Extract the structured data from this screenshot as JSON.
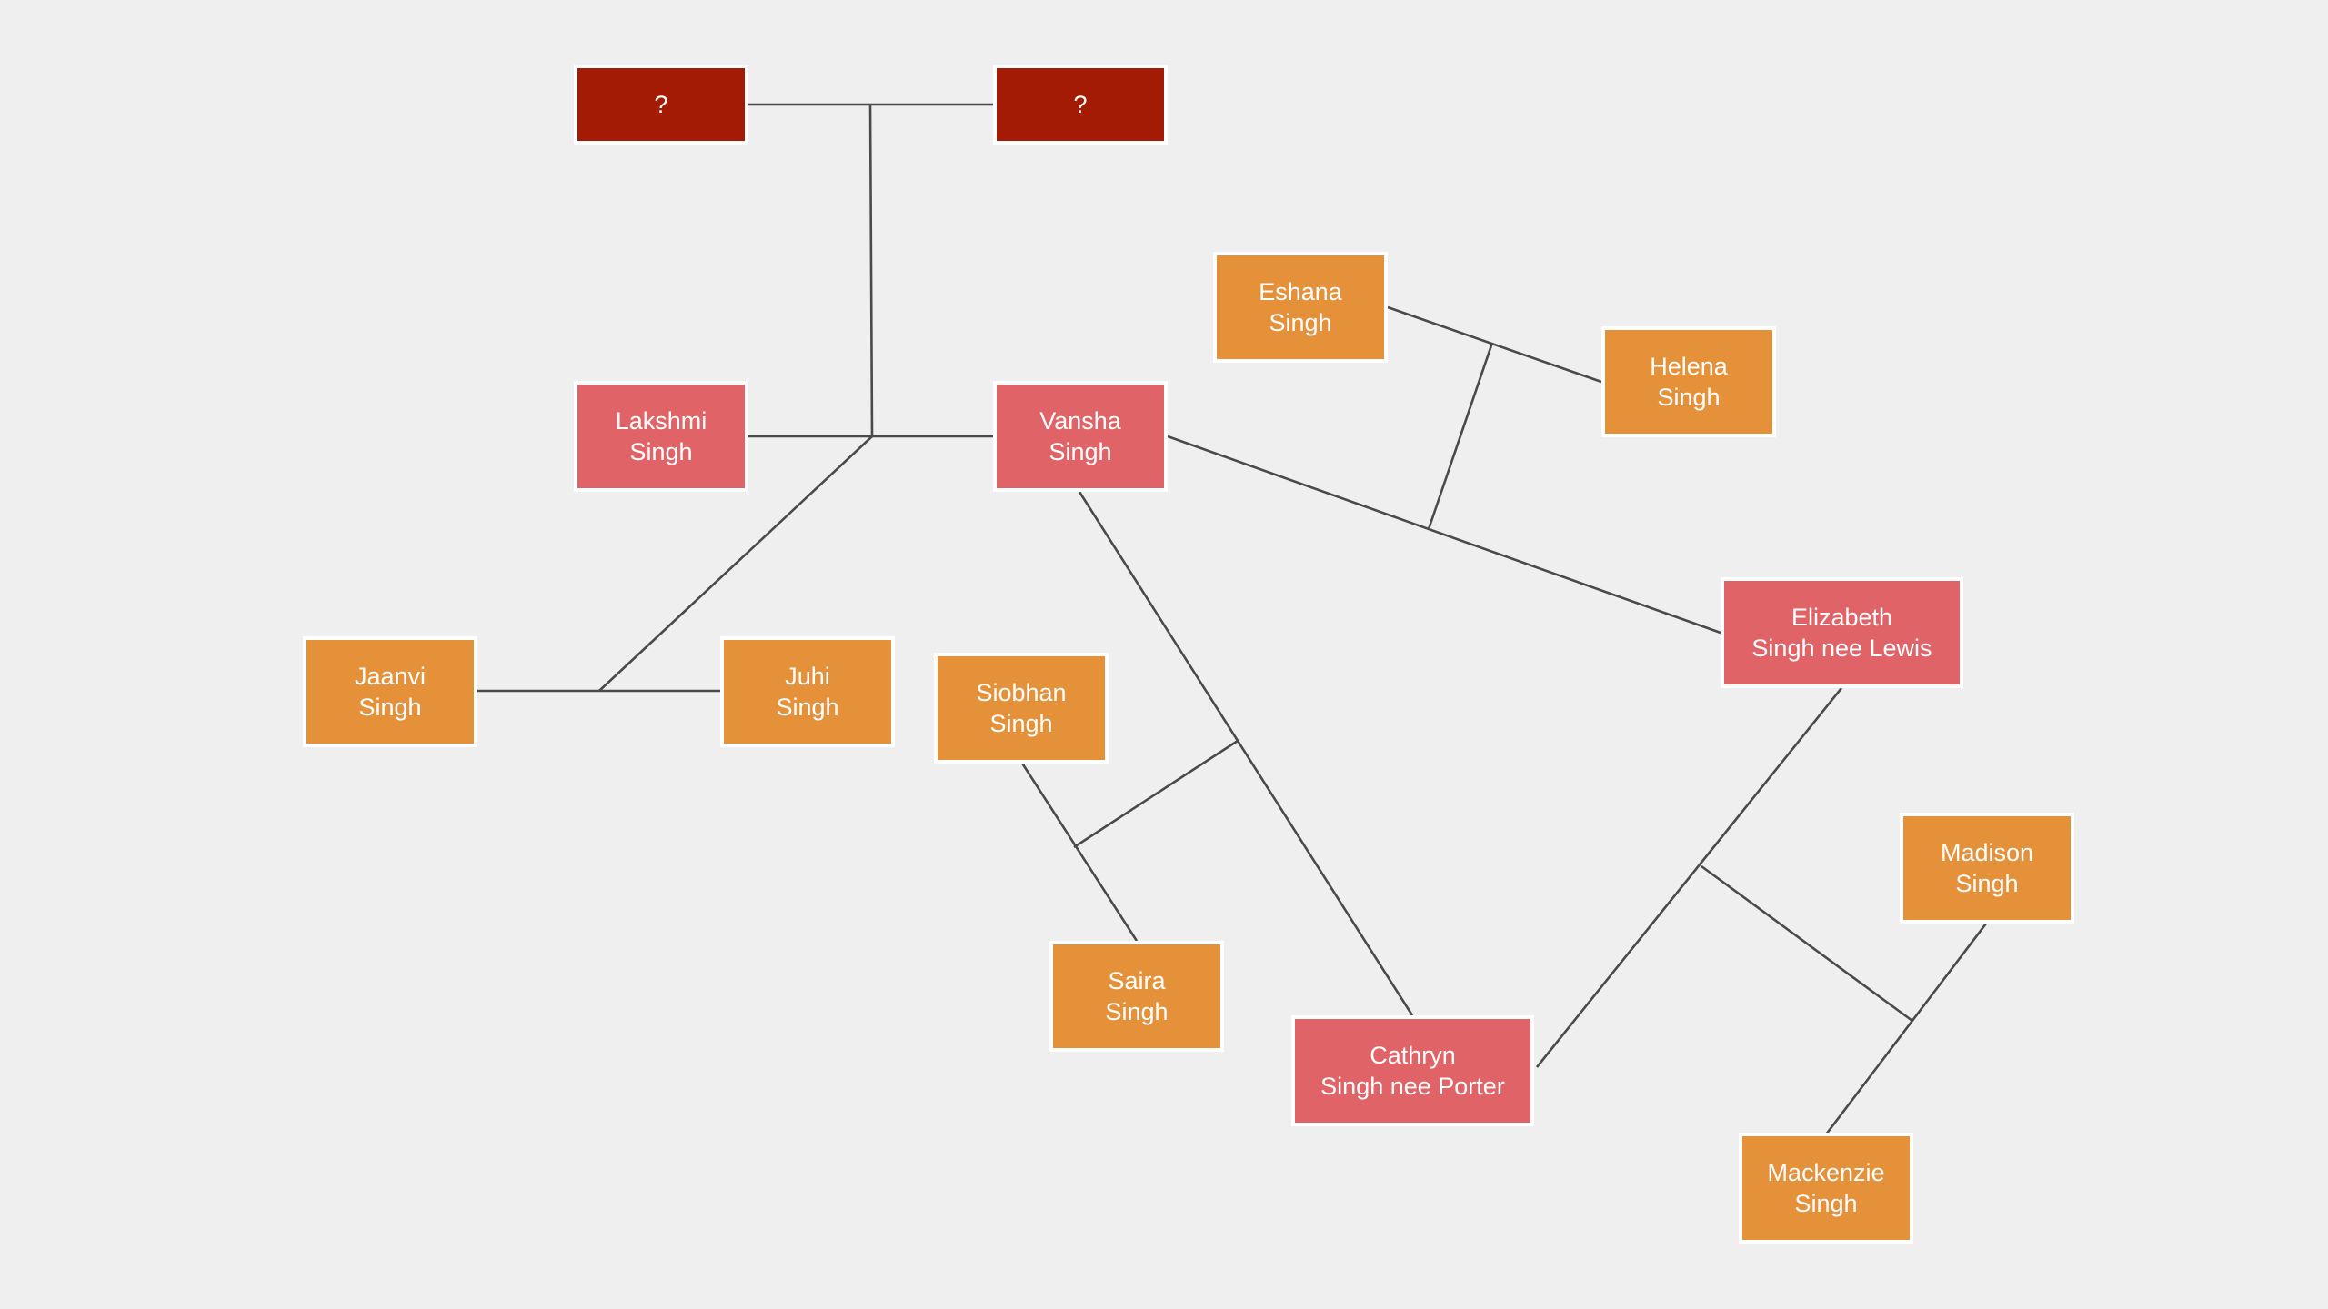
{
  "colors": {
    "background": "#efefef",
    "unknown_node": "#a31b05",
    "primary_node": "#e06467",
    "child_node": "#e5913a",
    "connector": "#4a4a4a"
  },
  "nodes": {
    "unknown_left": {
      "line1": "?"
    },
    "unknown_right": {
      "line1": "?"
    },
    "lakshmi": {
      "line1": "Lakshmi",
      "line2": "Singh"
    },
    "vansha": {
      "line1": "Vansha",
      "line2": "Singh"
    },
    "eshana": {
      "line1": "Eshana",
      "line2": "Singh"
    },
    "helena": {
      "line1": "Helena",
      "line2": "Singh"
    },
    "elizabeth": {
      "line1": "Elizabeth",
      "line2": "Singh nee Lewis"
    },
    "jaanvi": {
      "line1": "Jaanvi",
      "line2": "Singh"
    },
    "juhi": {
      "line1": "Juhi",
      "line2": "Singh"
    },
    "siobhan": {
      "line1": "Siobhan",
      "line2": "Singh"
    },
    "saira": {
      "line1": "Saira",
      "line2": "Singh"
    },
    "cathryn": {
      "line1": "Cathryn",
      "line2": "Singh nee Porter"
    },
    "madison": {
      "line1": "Madison",
      "line2": "Singh"
    },
    "mackenzie": {
      "line1": "Mackenzie",
      "line2": "Singh"
    }
  }
}
